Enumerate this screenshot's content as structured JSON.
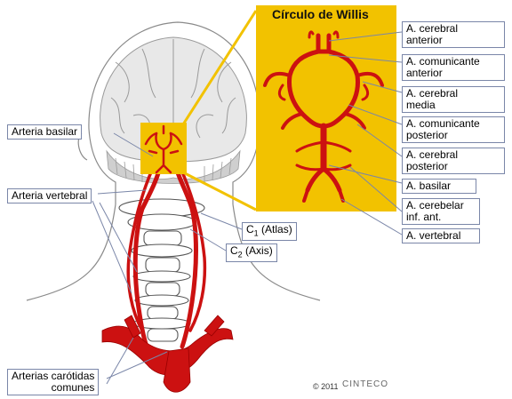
{
  "title": "Círculo de Willis",
  "left_labels": {
    "basilar": "Arteria basilar",
    "vertebral": "Arteria vertebral",
    "carotid_line1": "Arterias carótidas",
    "carotid_line2": "comunes"
  },
  "vertebra_labels": {
    "c1_letter": "C",
    "c1_sub": "1",
    "c1_rest": " (Atlas)",
    "c2_letter": "C",
    "c2_sub": "2",
    "c2_rest": " (Axis)"
  },
  "right_labels": [
    {
      "line1": "A. cerebral",
      "line2": "anterior"
    },
    {
      "line1": "A. comunicante",
      "line2": "anterior"
    },
    {
      "line1": "A. cerebral",
      "line2": "media"
    },
    {
      "line1": "A. comunicante",
      "line2": "posterior"
    },
    {
      "line1": "A. cerebral",
      "line2": "posterior"
    },
    {
      "line1": "A. basilar",
      "line2": ""
    },
    {
      "line1": "A. cerebelar",
      "line2": "inf. ant."
    },
    {
      "line1": "A. vertebral",
      "line2": ""
    }
  ],
  "copyright": "© 2011",
  "logo": "CINTECO",
  "colors": {
    "artery": "#cc1111",
    "highlight": "#f2c200",
    "label_border": "#7a86a8",
    "leader": "#7a86a8",
    "outline": "#8a8a8a"
  }
}
